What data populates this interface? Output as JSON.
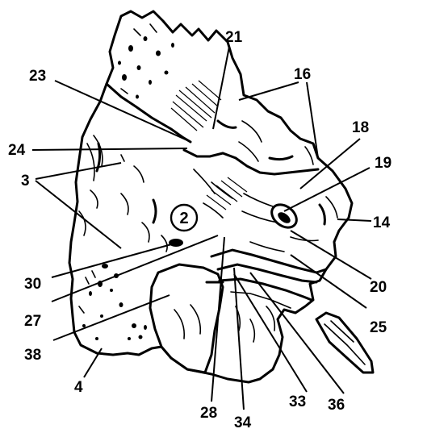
{
  "labels": {
    "l21": "21",
    "l16": "16",
    "l23": "23",
    "l18": "18",
    "l24": "24",
    "l19": "19",
    "l3": "3",
    "l2": "2",
    "l14": "14",
    "l30": "30",
    "l20": "20",
    "l27": "27",
    "l25": "25",
    "l38": "38",
    "l4": "4",
    "l33": "33",
    "l36": "36",
    "l28": "28",
    "l34": "34"
  }
}
